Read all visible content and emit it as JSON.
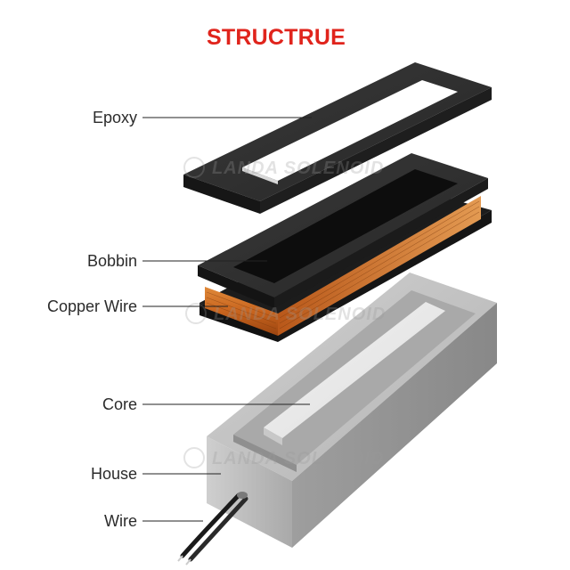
{
  "title": "STRUCTRUE",
  "watermark": "LANDA SOLENOID",
  "labels": {
    "epoxy": "Epoxy",
    "bobbin": "Bobbin",
    "copper_wire": "Copper Wire",
    "core": "Core",
    "house": "House",
    "wire": "Wire"
  },
  "colors": {
    "title": "#e0241c",
    "epoxy": "#2c2c2c",
    "copper": "#c8641e",
    "housing": "#b9b9b9",
    "leader": "#222222"
  }
}
